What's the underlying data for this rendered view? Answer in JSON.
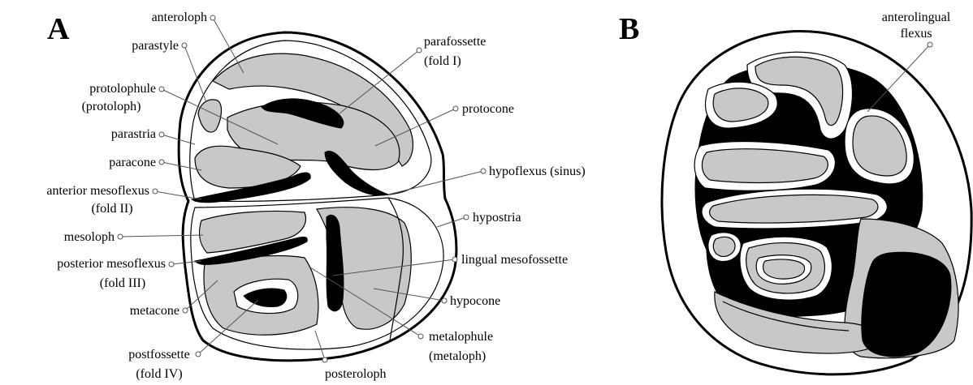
{
  "panels": {
    "a": "A",
    "b": "B"
  },
  "labels_a": {
    "anteroloph": "anteroloph",
    "parastyle": "parastyle",
    "protolophule_1": "protolophule",
    "protolophule_2": "(protoloph)",
    "parastria": "parastria",
    "paracone": "paracone",
    "ant_mesoflexus_1": "anterior mesoflexus",
    "ant_mesoflexus_2": "(fold II)",
    "mesoloph": "mesoloph",
    "post_mesoflexus_1": "posterior mesoflexus",
    "post_mesoflexus_2": "(fold III)",
    "metacone": "metacone",
    "postfossette_1": "postfossette",
    "postfossette_2": "(fold IV)",
    "posteroloph": "posteroloph",
    "metalophule_1": "metalophule",
    "metalophule_2": "(metaloph)",
    "hypocone": "hypocone",
    "lingual_mesofossette": "lingual mesofossette",
    "hypostria": "hypostria",
    "hypoflexus": "hypoflexus (sinus)",
    "protocone": "protocone",
    "parafossette_1": "parafossette",
    "parafossette_2": "(fold I)"
  },
  "labels_b": {
    "anterolingual_1": "anterolingual",
    "anterolingual_2": "flexus"
  }
}
